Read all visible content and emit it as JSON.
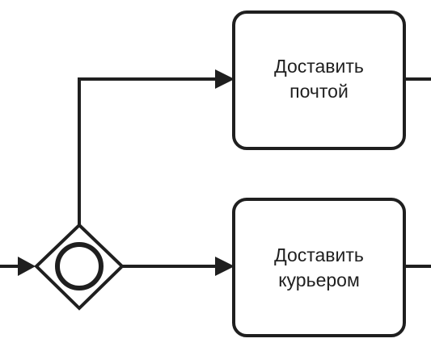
{
  "diagram": {
    "stroke_color": "#1f1f1f",
    "background": "#ffffff",
    "tasks": [
      {
        "id": "deliver-by-mail",
        "line1": "Доставить",
        "line2": "почтой"
      },
      {
        "id": "deliver-by-courier",
        "line1": "Доставить",
        "line2": "курьером"
      }
    ],
    "gateway": {
      "type": "inclusive",
      "icon": "circle-in-diamond-icon"
    }
  }
}
